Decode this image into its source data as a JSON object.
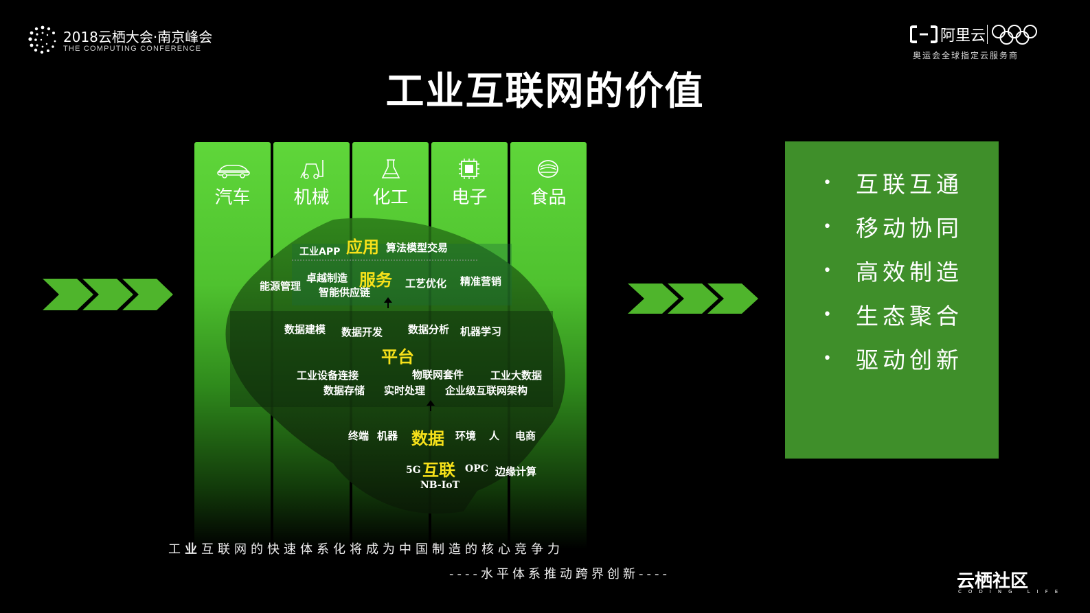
{
  "header": {
    "conf_title": "2018云栖大会·南京峰会",
    "conf_subtitle": "THE COMPUTING CONFERENCE",
    "brand_name": "阿里云",
    "brand_subtitle": "奥运会全球指定云服务商"
  },
  "title": "工业互联网的价值",
  "industries": [
    {
      "label": "汽车",
      "icon": "car-icon"
    },
    {
      "label": "机械",
      "icon": "forklift-icon"
    },
    {
      "label": "化工",
      "icon": "flask-icon"
    },
    {
      "label": "电子",
      "icon": "chip-icon"
    },
    {
      "label": "食品",
      "icon": "food-bowl-icon"
    }
  ],
  "layers": {
    "app": {
      "heading": "应用",
      "left": "工业APP",
      "right": "算法模型交易"
    },
    "service": {
      "heading": "服务",
      "items": [
        "能源管理",
        "卓越制造",
        "智能供应链",
        "工艺优化",
        "精准营销"
      ]
    },
    "platform": {
      "heading": "平台",
      "top_items": [
        "数据建模",
        "数据开发",
        "数据分析",
        "机器学习"
      ],
      "bottom_items": [
        "工业设备连接",
        "物联网套件",
        "工业大数据",
        "数据存储",
        "实时处理",
        "企业级互联网架构"
      ]
    },
    "data": {
      "heading": "数据",
      "items": [
        "终端",
        "机器",
        "环境",
        "人",
        "电商"
      ]
    },
    "connect": {
      "heading": "互联",
      "items": [
        "5G",
        "OPC",
        "边缘计算",
        "NB-IoT"
      ]
    }
  },
  "values": [
    "互联互通",
    "移动协同",
    "高效制造",
    "生态聚合",
    "驱动创新"
  ],
  "bullet": "•",
  "footer": {
    "line1_a": "工",
    "line1_b": "业",
    "line1_c": "互联网的快速体系化将成为中国制造的核心竞争力",
    "line2": "----水平体系推动跨界创新----",
    "community_name": "云栖社区",
    "community_sub": "CODING LIFE"
  },
  "colors": {
    "column_green": "#5fd63a",
    "box_green": "#3f8f2a",
    "arrow_green": "#4fb52c",
    "highlight_yellow": "#f7e11a"
  }
}
